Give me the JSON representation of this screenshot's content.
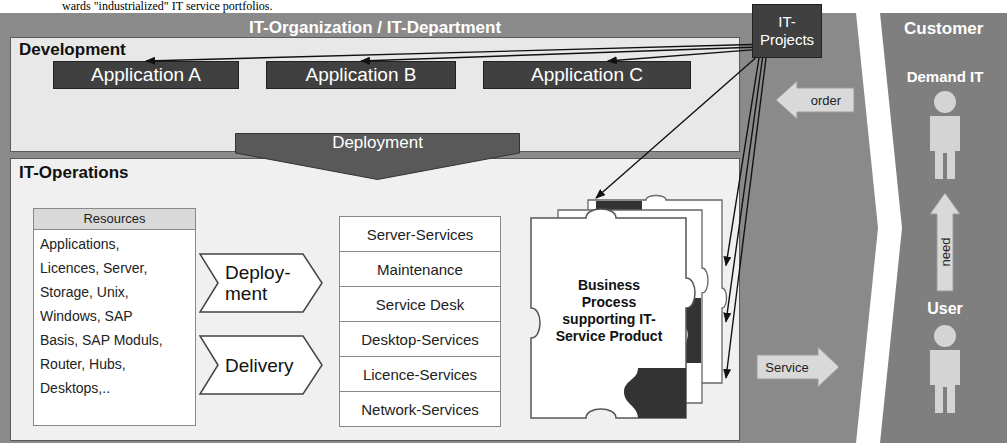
{
  "diagram": {
    "nodes": [
      {
        "text": [
          "IT-Organization / IT-Department"
        ]
      },
      {
        "text": [
          "Development"
        ],
        "in": 0
      },
      {
        "text": [
          "Application A"
        ],
        "in": 1
      },
      {
        "text": [
          "Application B"
        ],
        "in": 1
      },
      {
        "text": [
          "Application C"
        ],
        "in": 1
      },
      {
        "text": [
          "Deployment"
        ],
        "in": 0
      },
      {
        "text": [
          "IT-Operations"
        ],
        "in": 0
      },
      {
        "text": [
          "Resources",
          "Applications, Licences, Server, Storage, Unix, Windows, SAP Basis, SAP Moduls, Router, Hubs, Desktops,.."
        ],
        "in": 6
      },
      {
        "text": [
          "Deploy- ment"
        ],
        "in": 6
      },
      {
        "text": [
          "Delivery"
        ],
        "in": 6
      },
      {
        "text": [
          "Server-Services"
        ],
        "in": 6
      },
      {
        "text": [
          "Maintenance"
        ],
        "in": 6
      },
      {
        "text": [
          "Service Desk"
        ],
        "in": 6
      },
      {
        "text": [
          "Desktop-Services"
        ],
        "in": 6
      },
      {
        "text": [
          "Licence-Services"
        ],
        "in": 6
      },
      {
        "text": [
          "Network-Services"
        ],
        "in": 6
      },
      {
        "text": [
          "Business Process supporting IT- Service Product"
        ],
        "in": 6
      },
      {
        "text": [
          "IT- Projects"
        ]
      },
      {
        "text": [
          "order"
        ],
        "in": 0
      },
      {
        "text": [
          "Service"
        ],
        "in": 0
      },
      {
        "text": [
          "Customer"
        ]
      },
      {
        "text": [
          "need"
        ],
        "in": 20
      }
    ],
    "edges": [
      {
        "from": 17,
        "to": 2,
        "arrow": "to"
      },
      {
        "from": 17,
        "to": 3,
        "arrow": "to"
      },
      {
        "from": 17,
        "to": 4,
        "arrow": "to"
      },
      {
        "from": 17,
        "to": 16,
        "arrow": "to"
      },
      {
        "from": 17,
        "to": 16,
        "arrow": "to"
      },
      {
        "from": 17,
        "to": 16,
        "arrow": "to"
      },
      {
        "from": 17,
        "to": 16,
        "arrow": "to"
      }
    ],
    "labels": [
      "wards \"industrialized\" IT service portfolios.",
      "Demand IT",
      "User"
    ]
  }
}
